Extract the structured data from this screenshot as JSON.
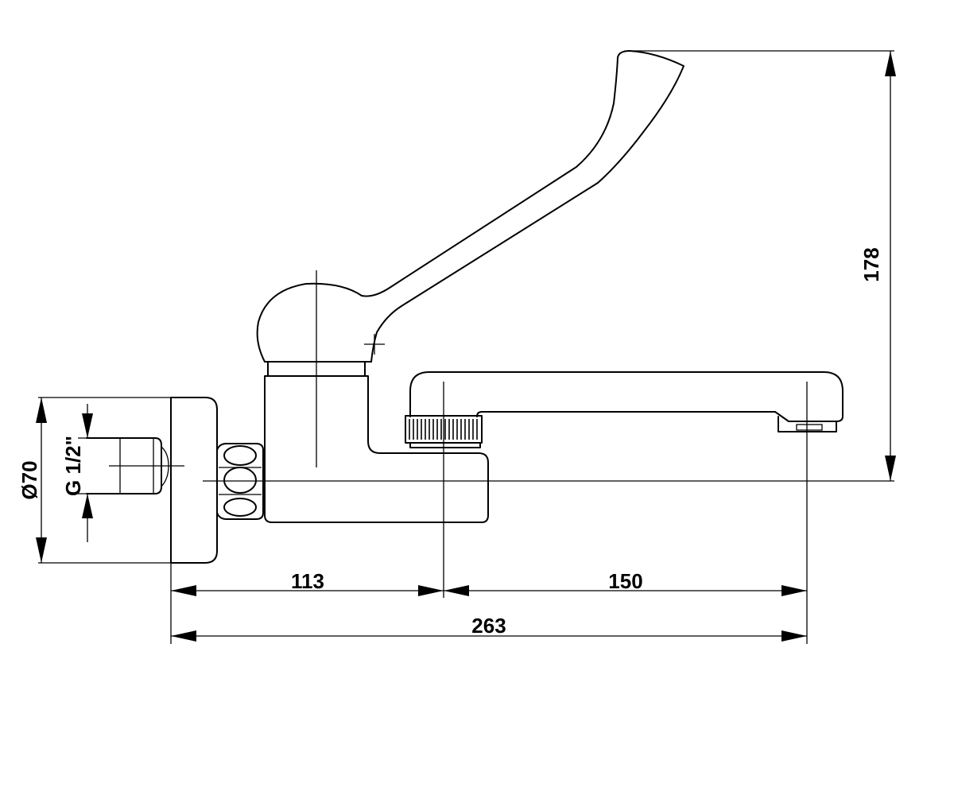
{
  "dimensions": {
    "width_left": "113",
    "width_right": "150",
    "width_total": "263",
    "height": "178",
    "rosette_diameter": "Ø70",
    "thread": "G 1/2\""
  }
}
